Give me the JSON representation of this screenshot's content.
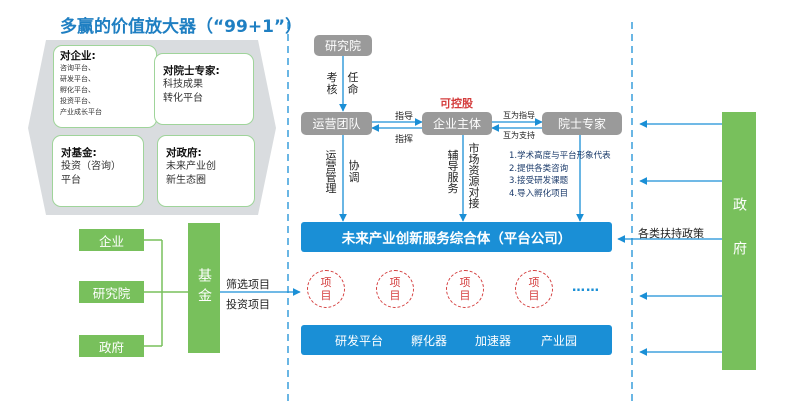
{
  "title": "多赢的价值放大器（“99+1”）",
  "quadrants": {
    "enterprise": {
      "heading": "对企业:",
      "lines": [
        "咨询平台、",
        "研发平台、",
        "孵化平台、",
        "投资平台、",
        "产业成长平台"
      ]
    },
    "academician": {
      "heading": "对院士专家:",
      "lines": [
        "科技成果",
        "转化平台"
      ]
    },
    "fund": {
      "heading": "对基金:",
      "lines": [
        "投资（咨询）",
        "平台"
      ]
    },
    "government": {
      "heading": "对政府:",
      "lines": [
        "未来产业创",
        "新生态圈"
      ]
    }
  },
  "left_sources": {
    "enterprise": "企业",
    "institute": "研究院",
    "government": "政府"
  },
  "fund_box": "基金",
  "fund_labels": {
    "screen": "筛选项目",
    "invest": "投资项目"
  },
  "research_institute": "研究院",
  "labels": {
    "kaohe": "考核",
    "renming": "任命",
    "zhidao": "指导",
    "zhihui": "指挥",
    "holding": "可控股",
    "mutual_guide": "互为指导",
    "mutual_support": "互为支持",
    "yunying_guanli": "运营管理",
    "xietiao": "协调",
    "fuzhu_fuwu": "辅导服务",
    "shichang_duijie": "市场资源对接",
    "policies": "各类扶持政策"
  },
  "entities": {
    "ops_team": "运营团队",
    "enterprise_main": "企业主体",
    "academician": "院士专家"
  },
  "notes": [
    "1.学术高度与平台形象代表",
    "2.提供各类咨询",
    "3.接受研发课题",
    "4.导入孵化项目"
  ],
  "platform": "未来产业创新服务综合体（平台公司）",
  "projects": [
    "项目",
    "项目",
    "项目",
    "项目"
  ],
  "ellipsis": "……",
  "chain": [
    "研发平台",
    "孵化器",
    "加速器",
    "产业园"
  ],
  "government_box": "政府",
  "colors": {
    "blue": "#1a8fd6",
    "green": "#78c05c",
    "grey": "#9a9a9a",
    "red": "#d43c3c"
  }
}
